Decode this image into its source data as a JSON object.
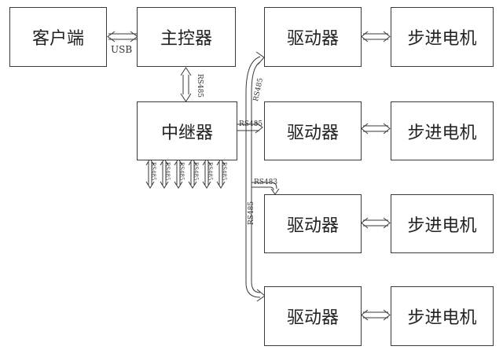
{
  "nodes": {
    "client": "客户端",
    "master": "主控器",
    "relay": "中继器",
    "driver": "驱动器",
    "motor": "步进电机"
  },
  "links": {
    "usb": "USB",
    "rs485": "RS485",
    "rs485_alt": "RS483",
    "rs485_variant": "RS485",
    "rs485_bottom": "RS485"
  },
  "relay_ports": [
    "RS485",
    "RS485",
    "RS485",
    "RS485",
    "RS485",
    "RS485"
  ],
  "colors": {
    "line": "#3a3a3a",
    "box_border": "#3a3a3a",
    "background": "#ffffff"
  }
}
